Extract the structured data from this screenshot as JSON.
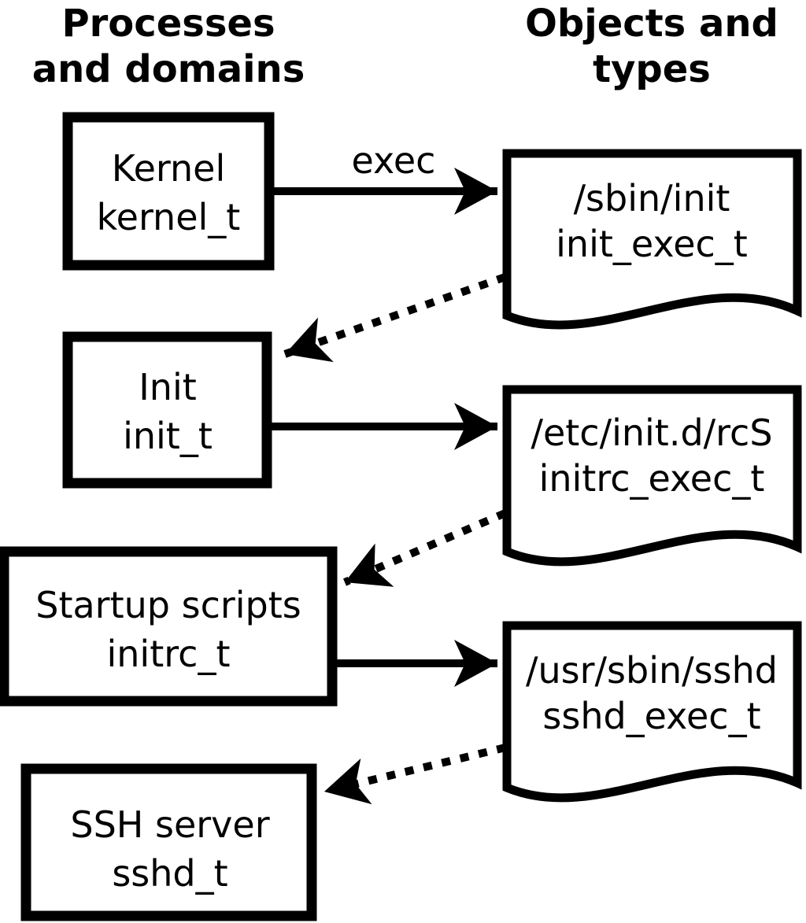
{
  "diagram": {
    "columns": {
      "left": {
        "title_line1": "Processes",
        "title_line2": "and domains"
      },
      "right": {
        "title_line1": "Objects and",
        "title_line2": "types"
      }
    },
    "process_nodes": [
      {
        "label": "Kernel",
        "type": "kernel_t"
      },
      {
        "label": "Init",
        "type": "init_t"
      },
      {
        "label": "Startup scripts",
        "type": "initrc_t"
      },
      {
        "label": "SSH server",
        "type": "sshd_t"
      }
    ],
    "object_nodes": [
      {
        "label": "/sbin/init",
        "type": "init_exec_t"
      },
      {
        "label": "/etc/init.d/rcS",
        "type": "initrc_exec_t"
      },
      {
        "label": "/usr/sbin/sshd",
        "type": "sshd_exec_t"
      }
    ],
    "edges": [
      {
        "from": "kernel_t",
        "to": "/sbin/init",
        "style": "solid",
        "label": "exec"
      },
      {
        "from": "/sbin/init",
        "to": "init_t",
        "style": "dotted",
        "label": ""
      },
      {
        "from": "init_t",
        "to": "/etc/init.d/rcS",
        "style": "solid",
        "label": ""
      },
      {
        "from": "/etc/init.d/rcS",
        "to": "initrc_t",
        "style": "dotted",
        "label": ""
      },
      {
        "from": "initrc_t",
        "to": "/usr/sbin/sshd",
        "style": "solid",
        "label": ""
      },
      {
        "from": "/usr/sbin/sshd",
        "to": "sshd_t",
        "style": "dotted",
        "label": ""
      }
    ],
    "colors": {
      "stroke": "#000000",
      "background": "#ffffff",
      "text": "#000000"
    }
  }
}
